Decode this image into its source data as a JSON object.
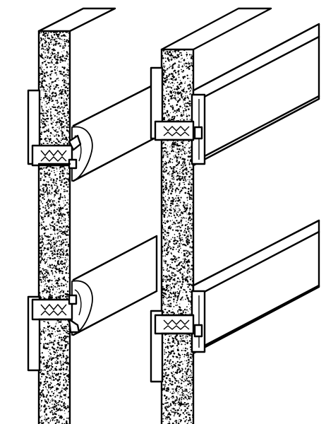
{
  "figure": {
    "colors": {
      "ink": "#000000",
      "paper": "#ffffff"
    },
    "assemblies": [
      {
        "name": "left-assembly",
        "trim": "bulb-profile",
        "joints": 2
      },
      {
        "name": "right-assembly",
        "trim": "flat-profile",
        "joints": 2
      }
    ]
  }
}
